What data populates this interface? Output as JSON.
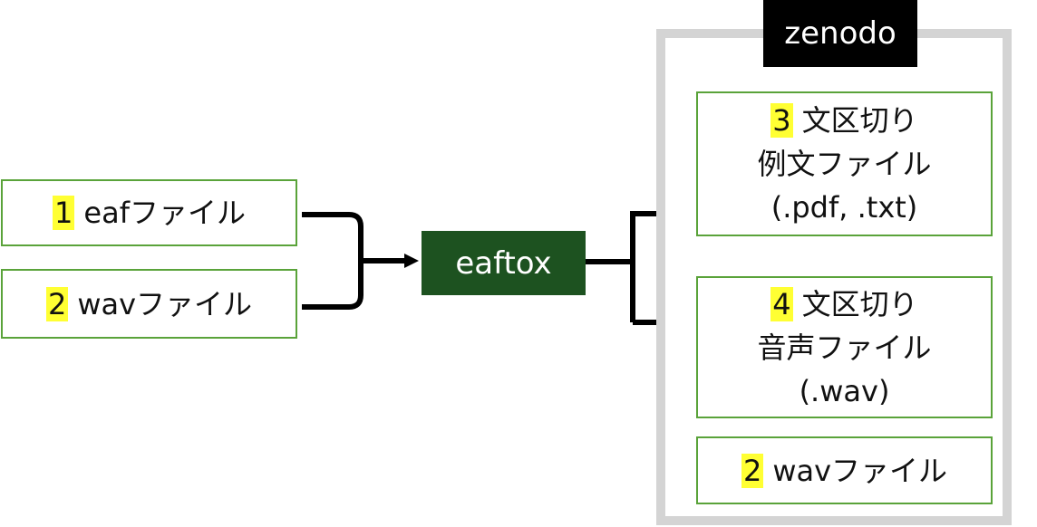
{
  "inputs": [
    {
      "num": "1",
      "label": "eafファイル"
    },
    {
      "num": "2",
      "label": "wavファイル"
    }
  ],
  "process": {
    "label": "eaftox"
  },
  "repository": {
    "name": "zenodo",
    "items": [
      {
        "num": "3",
        "lines": [
          "文区切り",
          "例文ファイル",
          "(.pdf, .txt)"
        ]
      },
      {
        "num": "4",
        "lines": [
          "文区切り",
          "音声ファイル",
          "(.wav)"
        ]
      },
      {
        "num": "2",
        "lines": [
          "wavファイル"
        ]
      }
    ]
  },
  "colors": {
    "box_border": "#5aa33a",
    "number_highlight": "#ffff33",
    "process_fill": "#1d5220",
    "repository_frame": "#d4d4d4",
    "repository_tag": "#000000",
    "arrow": "#000000"
  }
}
